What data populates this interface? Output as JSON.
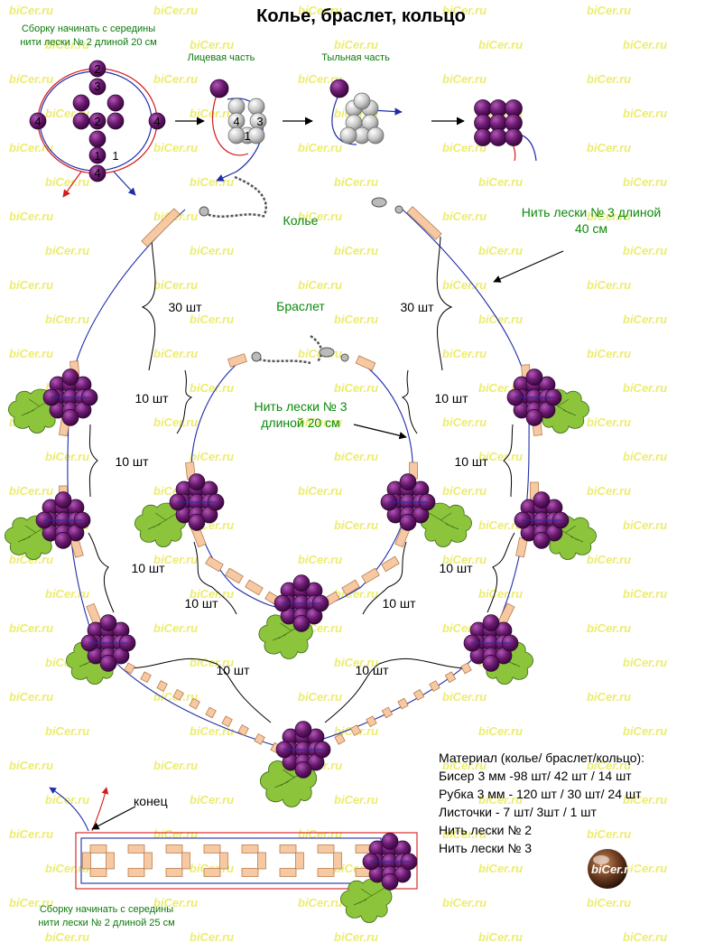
{
  "title": "Колье, браслет, кольцо",
  "watermark": "biCer.ru",
  "logo_text": "biCer.ru",
  "steps": {
    "start_note": [
      "Сборку начинать с середины",
      "нити лески № 2 длиной 20 см"
    ],
    "front_label": "Лицевая часть",
    "back_label": "Тыльная часть",
    "step1_numbers": [
      "2",
      "3",
      "4",
      "2",
      "1",
      "4",
      "1",
      "4"
    ],
    "step2_numbers": [
      "4",
      "3",
      "1"
    ]
  },
  "necklace": {
    "label": "Колье",
    "thread_note": [
      "Нить лески № 3 длиной",
      "40 см"
    ],
    "counts": {
      "top_left": "30 шт",
      "top_right": "30 шт",
      "mid1_left": "10 шт",
      "mid1_right": "10 шт",
      "mid2_left": "10 шт",
      "mid2_right": "10 шт",
      "bottom_left": "10 шт",
      "bottom_right": "10 шт"
    }
  },
  "bracelet": {
    "label": "Браслет",
    "thread_note": [
      "Нить лески № 3",
      "длиной 20 см"
    ],
    "counts": {
      "left": "10 шт",
      "right": "10 шт",
      "bottom_left": "10 шт",
      "bottom_right": "10 шт"
    }
  },
  "ring": {
    "end_label": "конец",
    "start_note": [
      "Сборку начинать с середины",
      "нити лески № 2 длиной 25 см"
    ]
  },
  "materials": {
    "heading": "Материал (колье/ браслет/кольцо):",
    "lines": [
      "Бисер 3 мм -98 шт/ 42 шт / 14 шт",
      "Рубка 3 мм - 120 шт / 30 шт/ 24 шт",
      "Листочки - 7 шт/ 3шт / 1 шт",
      "Нить лески № 2",
      "Нить лески № 3"
    ]
  },
  "colors": {
    "bead": "#6a1a6e",
    "bead_dark": "#3d0a40",
    "leaf": "#8cc43c",
    "bugle": "#f6c9a3",
    "thread_blue": "#1f2ea8",
    "thread_red": "#d41a1a",
    "label_green": "#0a8a0a",
    "watermark": "#ecec70"
  }
}
